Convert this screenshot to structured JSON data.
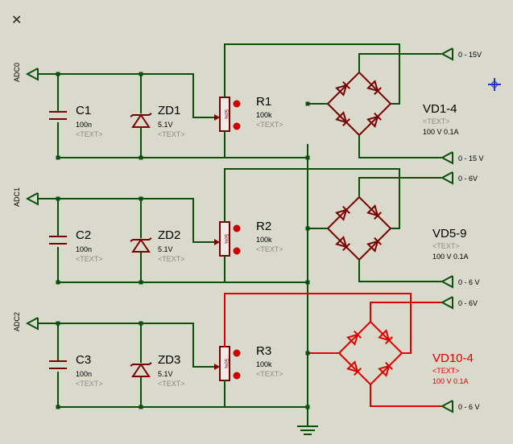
{
  "canvas": {
    "background": "#d9d9cc",
    "wire_color": "#0a4f0a",
    "part_color": "#7a0000",
    "highlight_color": "#e00000"
  },
  "toolbar": {
    "close_glyph": "✕"
  },
  "stages": [
    {
      "adc": "ADC0",
      "cap": {
        "ref": "C1",
        "value": "100n",
        "text": "<TEXT>"
      },
      "zener": {
        "ref": "ZD1",
        "value": "5.1V",
        "text": "<TEXT>"
      },
      "pot": {
        "ref": "R1",
        "value": "100k",
        "text": "<TEXT>",
        "pct": "50%"
      },
      "bridge": {
        "ref": "VD1-4",
        "text": "<TEXT>",
        "value": "100 V 0.1A"
      },
      "port_top": "0 - 15V",
      "port_bottom": "0 - 15 V",
      "highlighted": false
    },
    {
      "adc": "ADC1",
      "cap": {
        "ref": "C2",
        "value": "100n",
        "text": "<TEXT>"
      },
      "zener": {
        "ref": "ZD2",
        "value": "5.1V",
        "text": "<TEXT>"
      },
      "pot": {
        "ref": "R2",
        "value": "100k",
        "text": "<TEXT>",
        "pct": "50%"
      },
      "bridge": {
        "ref": "VD5-9",
        "text": "<TEXT>",
        "value": "100 V 0.1A"
      },
      "port_top": "0 - 6V",
      "port_bottom": "0 - 6 V",
      "highlighted": false
    },
    {
      "adc": "ADC2",
      "cap": {
        "ref": "C3",
        "value": "100n",
        "text": "<TEXT>"
      },
      "zener": {
        "ref": "ZD3",
        "value": "5.1V",
        "text": "<TEXT>"
      },
      "pot": {
        "ref": "R3",
        "value": "100k",
        "text": "<TEXT>",
        "pct": "50%"
      },
      "bridge": {
        "ref": "VD10-4",
        "text": "<TEXT>",
        "value": "100 V 0.1A"
      },
      "port_top": "0 - 6V",
      "port_bottom": "0 - 6 V",
      "highlighted": true
    }
  ]
}
